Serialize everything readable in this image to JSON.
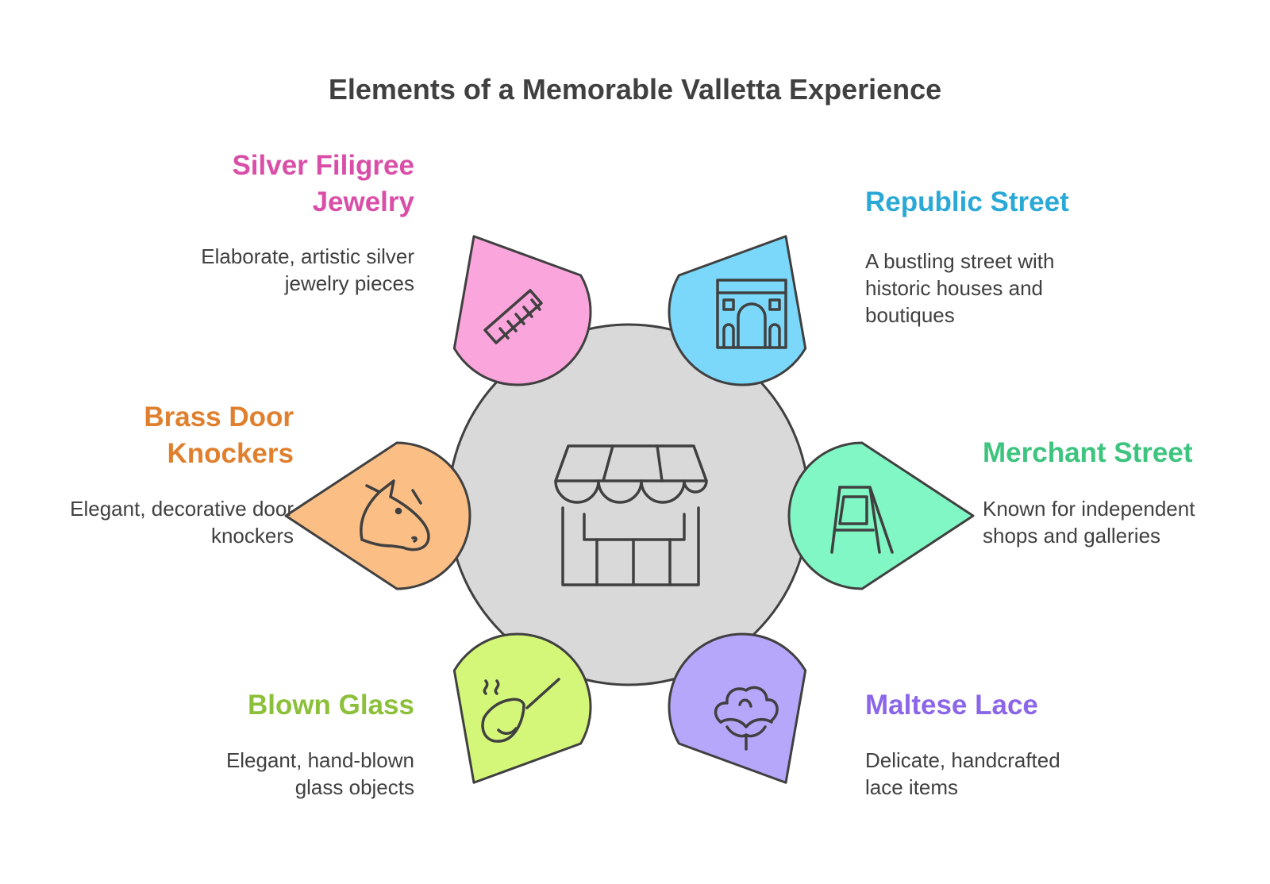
{
  "title": "Elements of a Memorable Valletta Experience",
  "center": {
    "icon": "storefront-icon"
  },
  "items": [
    {
      "id": "silver-filigree",
      "heading_line1": "Silver Filigree",
      "heading_line2": "Jewelry",
      "desc_line1": "Elaborate, artistic silver",
      "desc_line2": "jewelry pieces",
      "color": "#D94FA8",
      "fill": "#FBA5DD",
      "icon": "comb-icon"
    },
    {
      "id": "republic-street",
      "heading_line1": "Republic Street",
      "heading_line2": "",
      "desc_line1": "A bustling street with",
      "desc_line2": "historic houses and",
      "desc_line3": "boutiques",
      "color": "#2BA9D6",
      "fill": "#7BD8FB",
      "icon": "arch-icon"
    },
    {
      "id": "brass-door-knockers",
      "heading_line1": "Brass Door",
      "heading_line2": "Knockers",
      "desc_line1": "Elegant, decorative door",
      "desc_line2": "knockers",
      "color": "#E0802E",
      "fill": "#FBBF85",
      "icon": "horse-head-icon"
    },
    {
      "id": "merchant-street",
      "heading_line1": "Merchant Street",
      "heading_line2": "",
      "desc_line1": "Known for independent",
      "desc_line2": "shops and galleries",
      "color": "#3DC47E",
      "fill": "#80F7C4",
      "icon": "sandwich-board-icon"
    },
    {
      "id": "blown-glass",
      "heading_line1": "Blown Glass",
      "heading_line2": "",
      "desc_line1": "Elegant, hand-blown",
      "desc_line2": "glass objects",
      "color": "#8DC03A",
      "fill": "#D4F77A",
      "icon": "glassblowing-icon"
    },
    {
      "id": "maltese-lace",
      "heading_line1": "Maltese Lace",
      "heading_line2": "",
      "desc_line1": "Delicate, handcrafted",
      "desc_line2": "lace items",
      "color": "#8B66E8",
      "fill": "#B7A7FB",
      "icon": "cotton-flower-icon"
    }
  ]
}
